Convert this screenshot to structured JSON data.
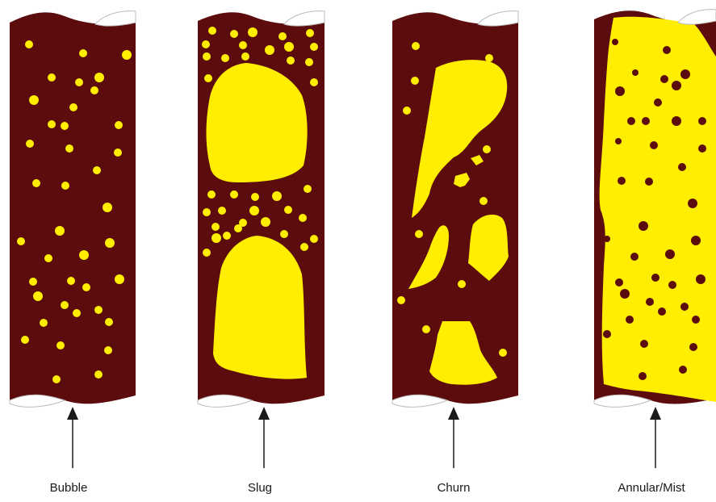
{
  "regimes": [
    {
      "label": "Bubble"
    },
    {
      "label": "Slug"
    },
    {
      "label": "Churn"
    },
    {
      "label": "Annular/Mist"
    }
  ],
  "colors": {
    "liquid": "#5c0c0c",
    "gas": "#ffee00",
    "pipe_end": "#ffffff",
    "arrow": "#1a1a1a"
  }
}
